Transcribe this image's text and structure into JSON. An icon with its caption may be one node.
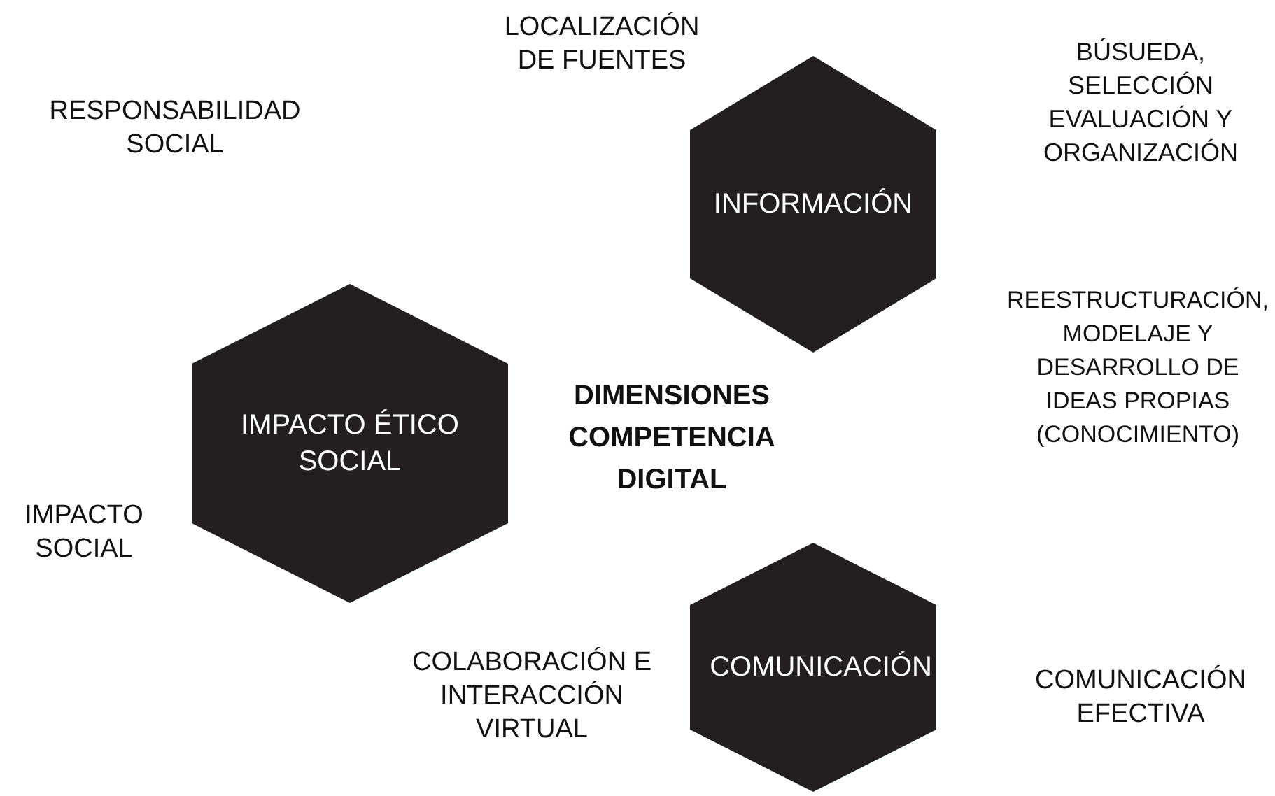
{
  "diagram": {
    "title": "DIMENSIONES COMPETENCIA DIGITAL",
    "nodes": [
      {
        "text": [
          "INFORMACIÓN"
        ]
      },
      {
        "text": [
          "IMPACTO ÉTICO SOCIAL"
        ]
      },
      {
        "text": [
          "COMUNICACIÓN"
        ]
      }
    ],
    "labels": [
      "LOCALIZACIÓN DE FUENTES",
      "BÚSUEDA, SELECCIÓN EVALUACIÓN Y ORGANIZACIÓN",
      "RESPONSABILIDAD SOCIAL",
      "REESTRUCTURACIÓN, MODELAJE Y DESARROLLO DE IDEAS PROPIAS (CONOCIMIENTO)",
      "IMPACTO SOCIAL",
      "COLABORACIÓN E INTERACCIÓN VIRTUAL",
      "COMUNICACIÓN EFECTIVA"
    ]
  }
}
